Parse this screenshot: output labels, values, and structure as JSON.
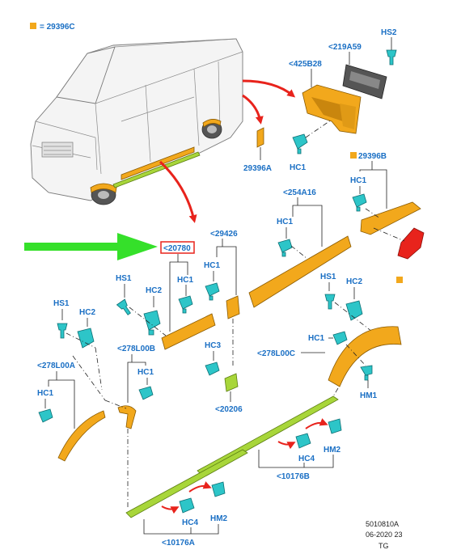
{
  "legend": {
    "swatch_color": "#f2a81c",
    "text": "= 29396C"
  },
  "labels": {
    "hs2": "HS2",
    "l219a59": "<219A59",
    "l425b28": "<425B28",
    "hc1_a": "HC1",
    "l29396a": "29396A",
    "l29396b": "29396B",
    "hc1_b": "HC1",
    "l254a16": "<254A16",
    "hc1_c": "HC1",
    "l29426": "<29426",
    "l20780": "<20780",
    "hc1_d": "HC1",
    "hc1_e": "HC1",
    "hs1_a": "HS1",
    "hc2_a": "HC2",
    "hs1_b": "HS1",
    "hc2_b": "HC2",
    "hs1_c": "HS1",
    "hc2_c": "HC2",
    "l278l00b": "<278L00B",
    "hc1_f": "HC1",
    "hc3": "HC3",
    "l278l00a": "<278L00A",
    "hc1_g": "HC1",
    "hc1_h": "HC1",
    "l278l00c": "<278L00C",
    "hm1": "HM1",
    "l20206": "<20206",
    "hc4_a": "HC4",
    "hm2_a": "HM2",
    "l10176b": "<10176B",
    "hc4_b": "HC4",
    "hm2_b": "HM2",
    "l10176a": "<10176A"
  },
  "footer": {
    "code": "5010810A",
    "date": "06-2020 23",
    "initials": "TG"
  },
  "colors": {
    "label_blue": "#1a6fc4",
    "part_yellow": "#f2a81c",
    "part_green": "#a8d63a",
    "clip_cyan": "#2dc5c8",
    "arrow_red": "#e8231c",
    "pointer_green": "#35e02a",
    "highlight_box": "#e8231c"
  },
  "icons": {
    "van": "van-illustration",
    "green_arrow": "green-pointer-arrow",
    "red_arrows": "red-direction-arrow"
  }
}
